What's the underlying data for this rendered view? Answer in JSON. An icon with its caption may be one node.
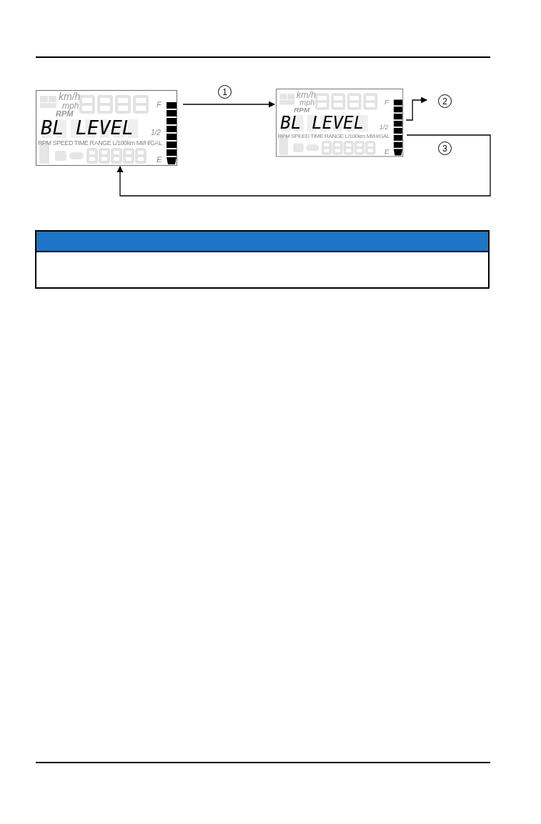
{
  "diagram": {
    "nodes": [
      {
        "text": [
          "BL LEVEL"
        ]
      },
      {
        "text": [
          "BL LEVEL"
        ]
      }
    ],
    "edges": [
      {
        "from": 0,
        "to": 1,
        "arrow": "to",
        "label": "1"
      },
      {
        "from": 1,
        "to": null,
        "arrow": "to",
        "label": "2"
      },
      {
        "from": 1,
        "to": 0,
        "arrow": "to",
        "label": "3"
      }
    ],
    "labels": [
      "km/h",
      "mph",
      "RPM",
      "F",
      "1/2",
      "RPM SPEED TIME RANGE L/100km MI/H/GAL",
      "E",
      "km/h",
      "mph",
      "RPM",
      "F",
      "1/2",
      "RPM SPEED TIME RANGE L/100km MI/H/GAL",
      "E"
    ]
  }
}
